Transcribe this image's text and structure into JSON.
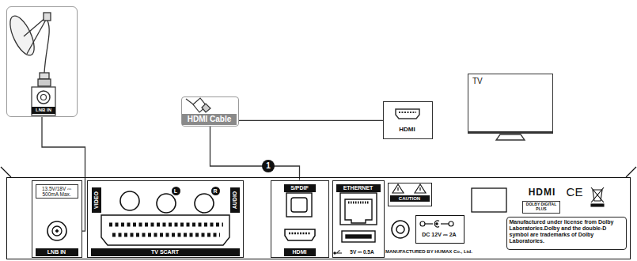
{
  "diagram": {
    "nodes": [
      {
        "text": [
          "LNB IN"
        ]
      },
      {
        "text": [
          "HDMI Cable"
        ]
      },
      {
        "text": [
          "HDMI"
        ]
      },
      {
        "text": [
          "TV"
        ]
      },
      {
        "text": [
          "MANUFACTURED BY HUMAX Co., Ltd."
        ]
      },
      {
        "text": [
          "13.5V/18V ⎓ 500mA Max.",
          "LNB IN"
        ],
        "in": 4
      },
      {
        "text": [
          "VIDEO",
          "L",
          "R",
          "AUDIO",
          "TV SCART"
        ],
        "in": 4
      },
      {
        "text": [
          "S/PDIF",
          "HDMI"
        ],
        "in": 4
      },
      {
        "text": [
          "ETHERNET",
          "5V ⎓ 0.5A"
        ],
        "in": 4
      },
      {
        "text": [
          "CAUTION"
        ],
        "in": 4
      },
      {
        "text": [
          "DC 12V ⎓ 2A"
        ],
        "in": 4
      },
      {
        "text": [
          "Manufactured under license from Dolby Laboratories.Dolby and the double-D symbol are trademarks of Dolby Laboratories."
        ],
        "in": 4
      }
    ],
    "edges": [
      {
        "from": 0,
        "to": 5,
        "arrow": "none"
      },
      {
        "from": 1,
        "to": 2,
        "arrow": "none"
      },
      {
        "from": 1,
        "to": 7,
        "arrow": "none",
        "label": "1"
      }
    ],
    "labels": [
      "HDMI",
      "DOLBY DIGITAL PLUS",
      "CE"
    ]
  }
}
